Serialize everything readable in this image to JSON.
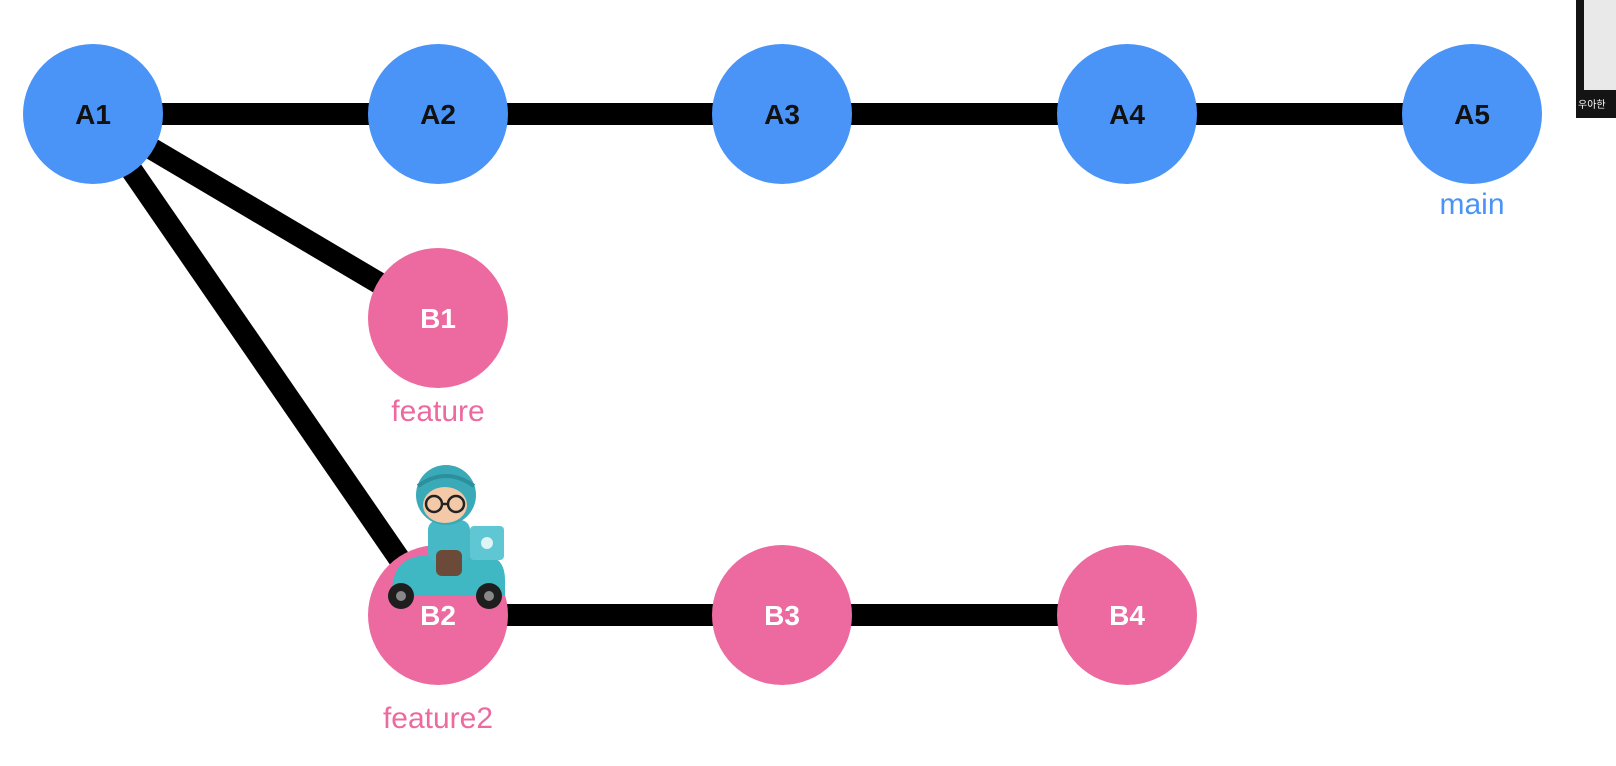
{
  "colors": {
    "main": "#4a94f7",
    "feature": "#ec6aa0",
    "edge": "#000000",
    "node_text_main": "#111111",
    "node_text_feature": "#ffffff"
  },
  "nodes": [
    {
      "id": "A1",
      "label": "A1",
      "branch": "main"
    },
    {
      "id": "A2",
      "label": "A2",
      "branch": "main"
    },
    {
      "id": "A3",
      "label": "A3",
      "branch": "main"
    },
    {
      "id": "A4",
      "label": "A4",
      "branch": "main"
    },
    {
      "id": "A5",
      "label": "A5",
      "branch": "main"
    },
    {
      "id": "B1",
      "label": "B1",
      "branch": "feature"
    },
    {
      "id": "B2",
      "label": "B2",
      "branch": "feature"
    },
    {
      "id": "B3",
      "label": "B3",
      "branch": "feature"
    },
    {
      "id": "B4",
      "label": "B4",
      "branch": "feature"
    }
  ],
  "edges": [
    {
      "from": "A1",
      "to": "A2"
    },
    {
      "from": "A2",
      "to": "A3"
    },
    {
      "from": "A3",
      "to": "A4"
    },
    {
      "from": "A4",
      "to": "A5"
    },
    {
      "from": "A1",
      "to": "B1"
    },
    {
      "from": "A1",
      "to": "B2"
    },
    {
      "from": "B2",
      "to": "B3"
    },
    {
      "from": "B3",
      "to": "B4"
    }
  ],
  "branch_labels": [
    {
      "text": "main",
      "attached_to": "A5",
      "color": "main"
    },
    {
      "text": "feature",
      "attached_to": "B1",
      "color": "feature"
    },
    {
      "text": "feature2",
      "attached_to": "B2",
      "color": "feature"
    }
  ],
  "mascot": {
    "icon": "scooter-rider-icon",
    "attached_to": "B2"
  },
  "corner_thumbnail": {
    "caption": "우아한"
  }
}
